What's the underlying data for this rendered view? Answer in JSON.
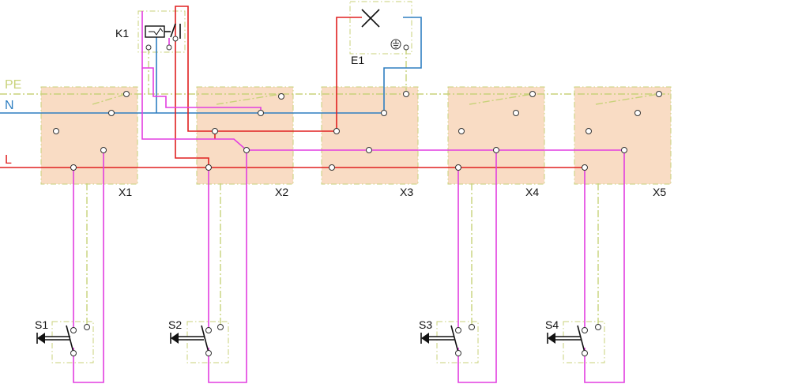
{
  "colors": {
    "pe": "#c8d27a",
    "neutral": "#2f7fc1",
    "live": "#e02020",
    "switched": "#e23ee0",
    "box_fill": "#f9dcc4"
  },
  "rails": {
    "pe": "PE",
    "n": "N",
    "l": "L"
  },
  "components": {
    "k1": "K1",
    "e1": "E1"
  },
  "boxes": [
    "X1",
    "X2",
    "X3",
    "X4",
    "X5"
  ],
  "switches": [
    "S1",
    "S2",
    "S3",
    "S4"
  ],
  "icons": {
    "lamp": "lamp-cross-icon",
    "earth": "earth-ground-icon",
    "relay": "relay-coil-icon",
    "pushbutton": "pushbutton-icon"
  }
}
